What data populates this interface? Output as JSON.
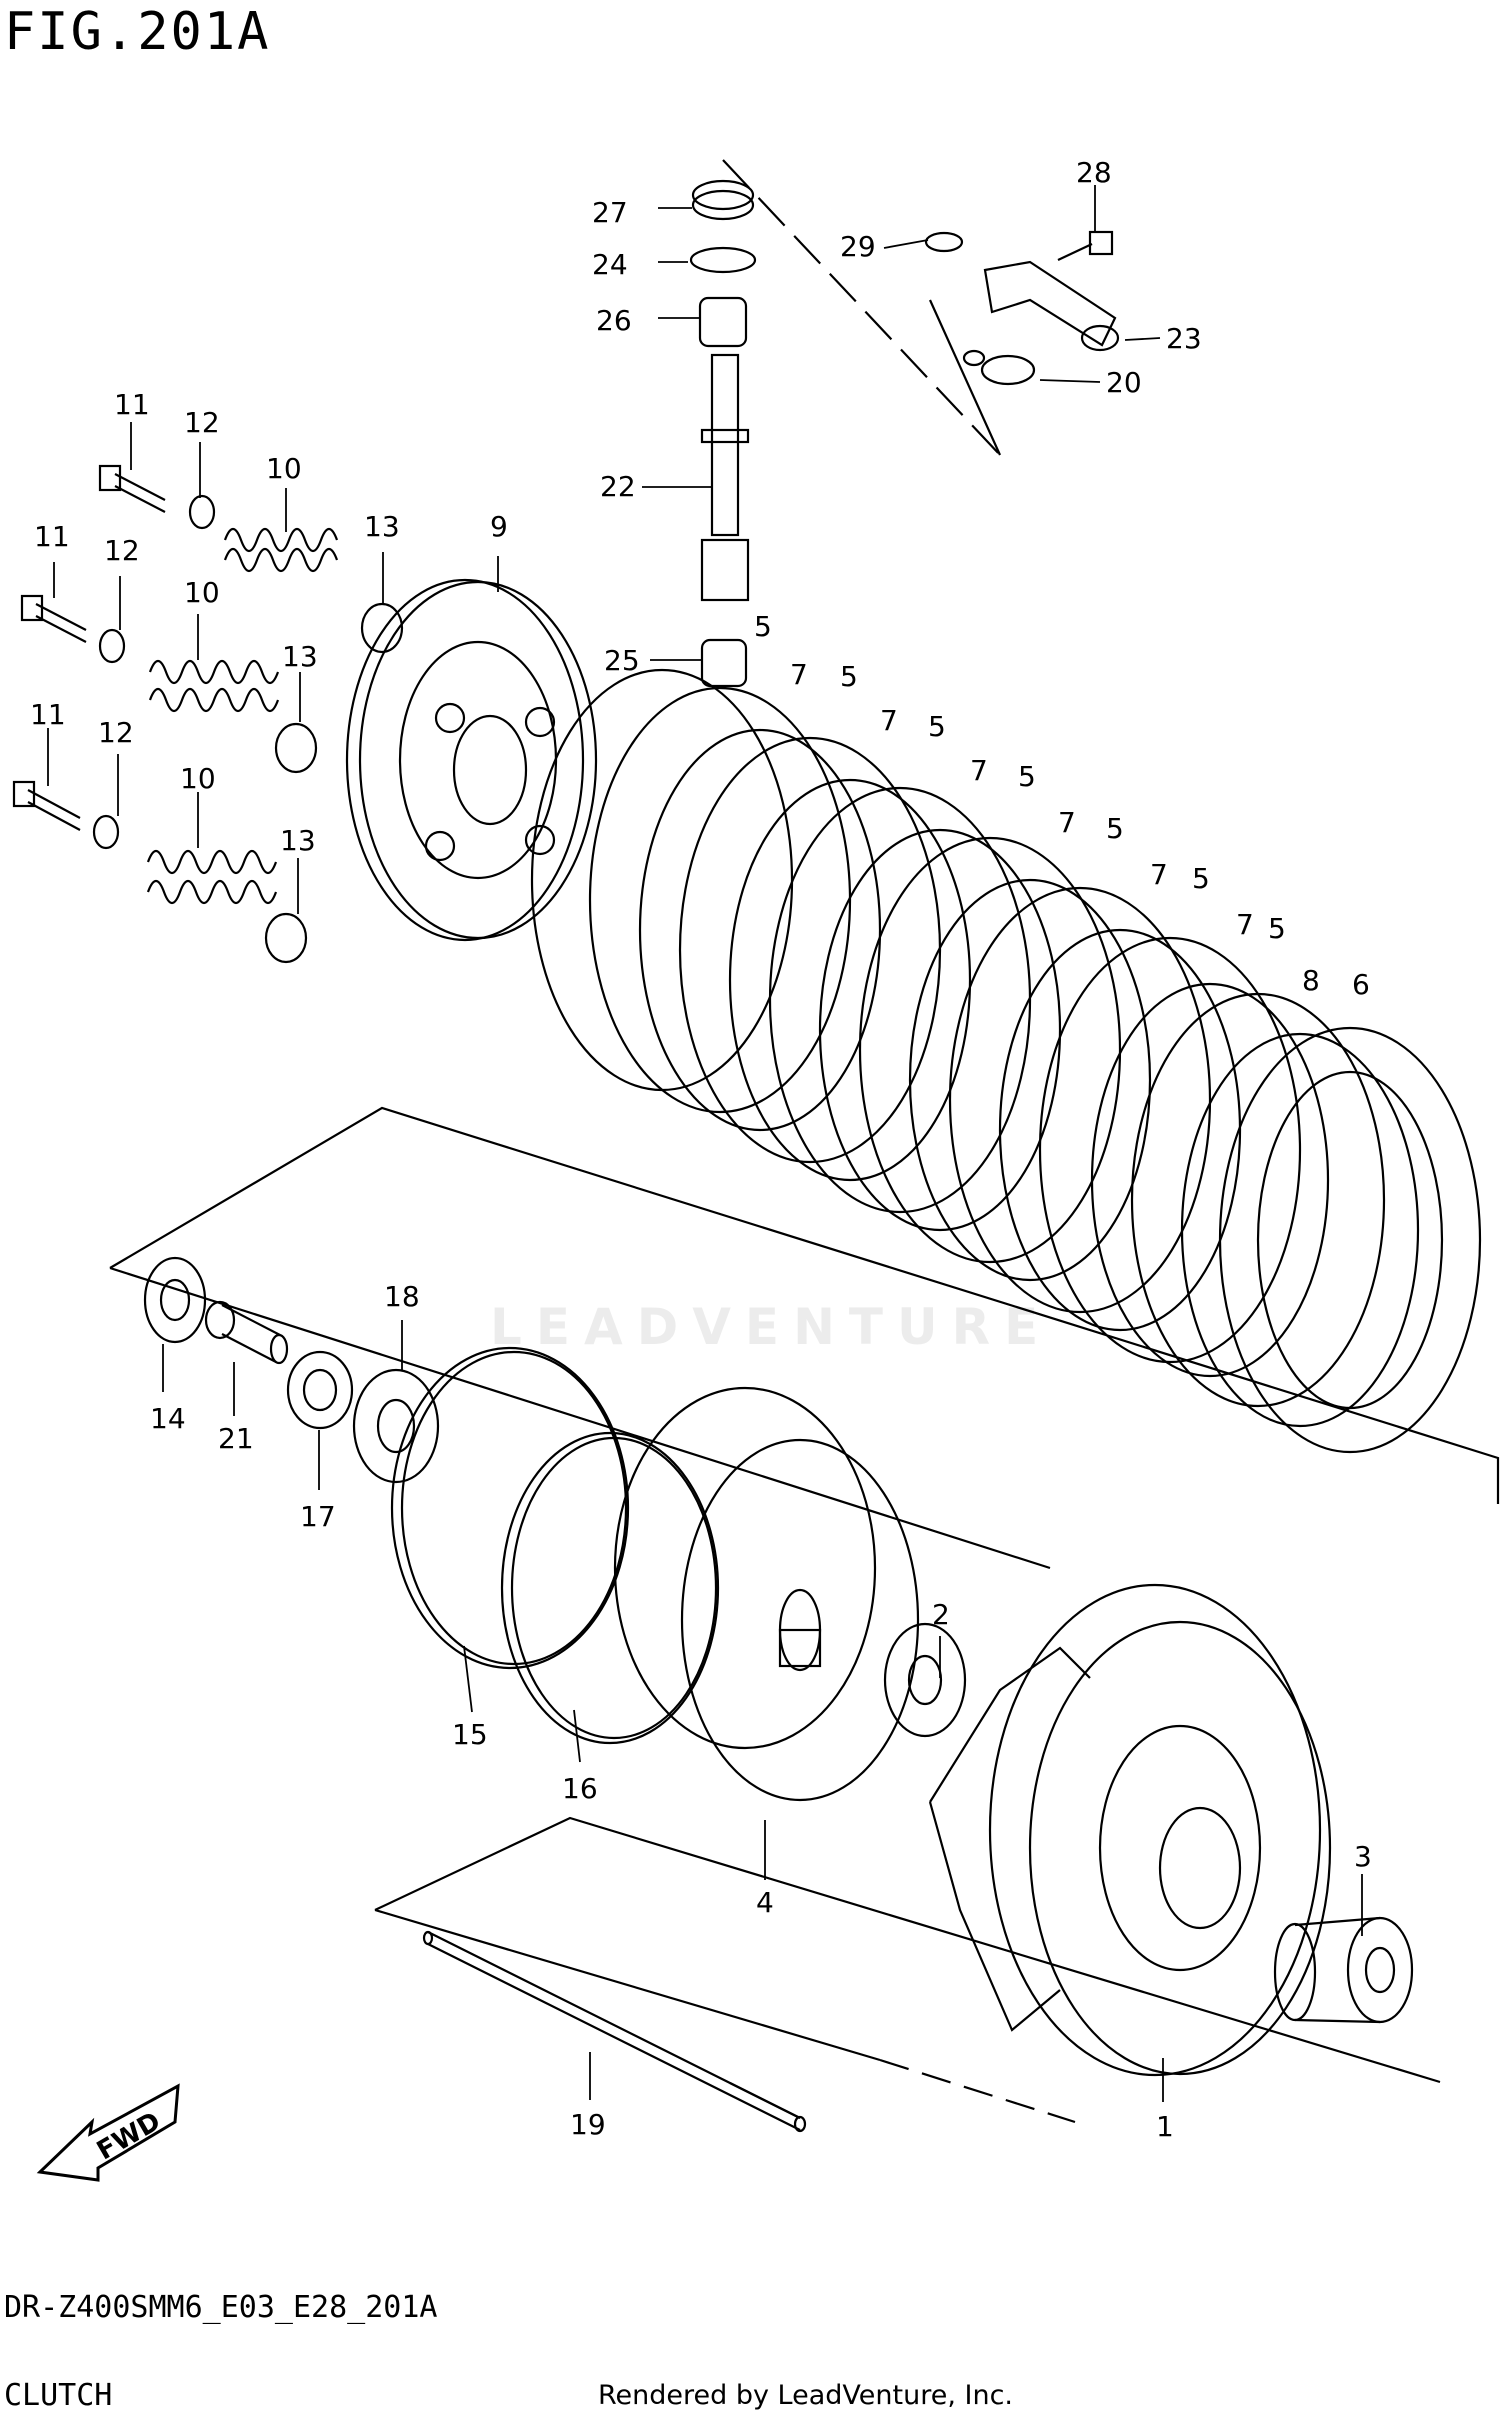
{
  "figure": {
    "title": "FIG.201A",
    "model_code": "DR-Z400SMM6_E03_E28_201A",
    "section_name": "CLUTCH",
    "credit": "Rendered by LeadVenture, Inc.",
    "watermark": "LEADVENTURE",
    "direction_label": "FWD"
  },
  "callouts": [
    "1",
    "2",
    "3",
    "4",
    "5",
    "6",
    "7",
    "8",
    "9",
    "10",
    "11",
    "12",
    "13",
    "14",
    "15",
    "16",
    "17",
    "18",
    "19",
    "20",
    "21",
    "22",
    "23",
    "24",
    "25",
    "26",
    "27",
    "28",
    "29"
  ],
  "colors": {
    "line": "#000000",
    "background": "#ffffff",
    "watermark": "#d8d8d8"
  }
}
